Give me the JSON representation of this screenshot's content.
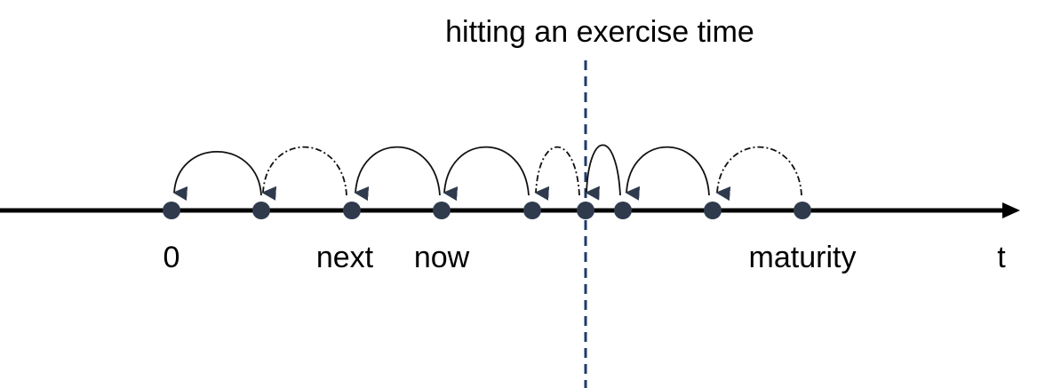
{
  "title": "hitting an exercise time",
  "labels": {
    "zero": "0",
    "next": "next",
    "now": "now",
    "maturity": "maturity",
    "axis": "t"
  },
  "colors": {
    "axis": "#000000",
    "dot": "#2f3a4d",
    "dashed_line": "#1f3a68",
    "arrow": "#111111",
    "text": "#000000"
  }
}
